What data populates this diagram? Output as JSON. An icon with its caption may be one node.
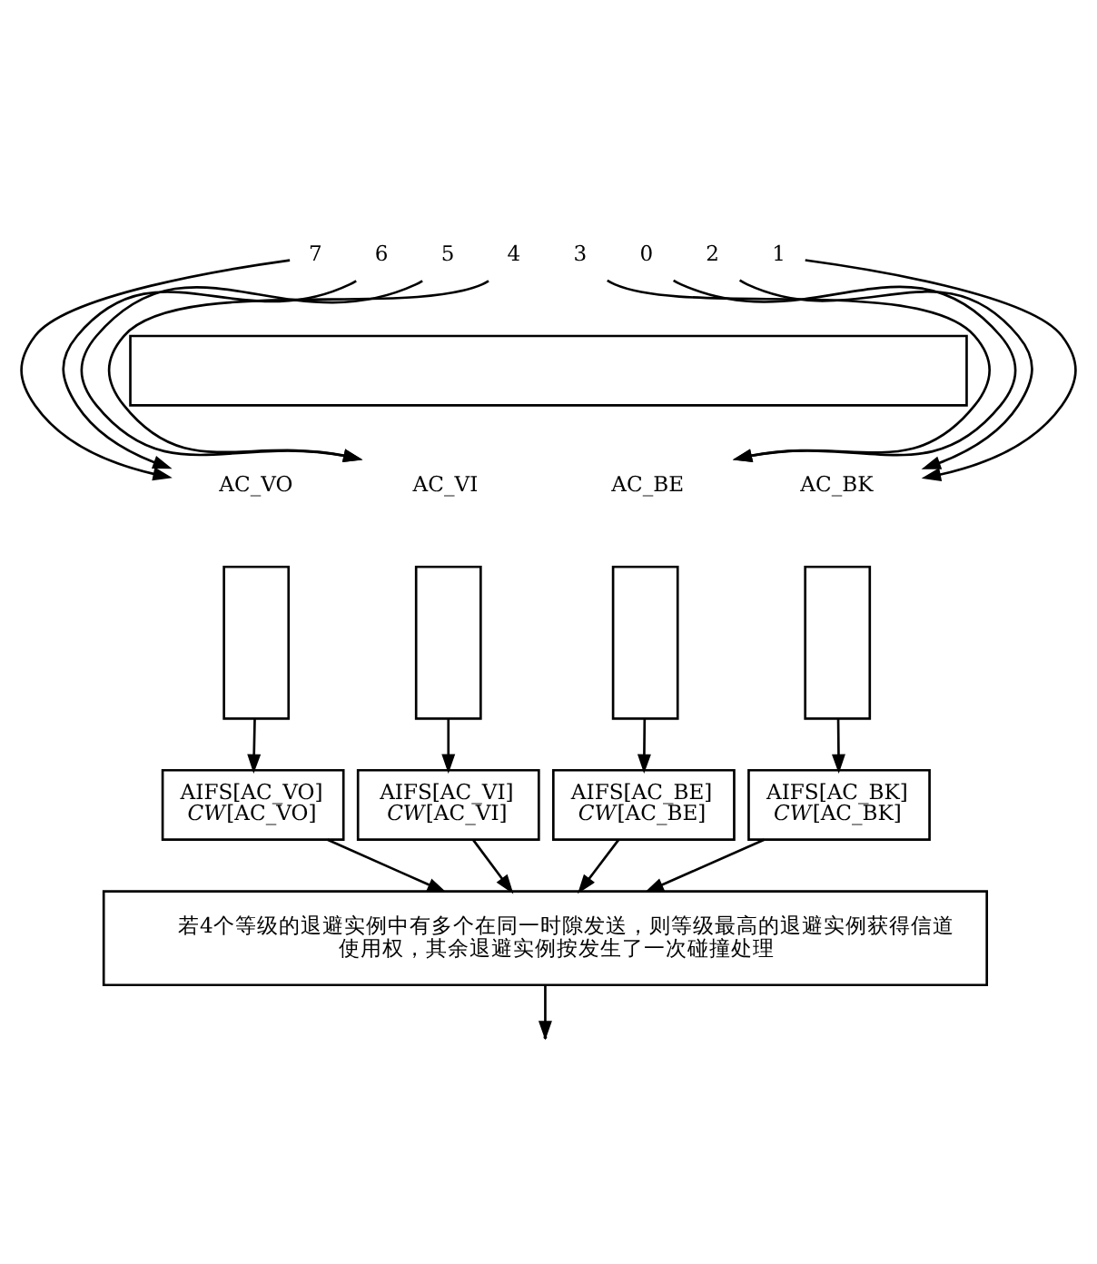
{
  "diagram": {
    "nodes": [
      {
        "text": [
          "7"
        ]
      },
      {
        "text": [
          "6"
        ]
      },
      {
        "text": [
          "5"
        ]
      },
      {
        "text": [
          "4"
        ]
      },
      {
        "text": [
          "3"
        ]
      },
      {
        "text": [
          "0"
        ]
      },
      {
        "text": [
          "2"
        ]
      },
      {
        "text": [
          "1"
        ]
      },
      {
        "text": [],
        "shape": "box"
      },
      {
        "text": [
          "AC_VO"
        ]
      },
      {
        "text": [
          "AC_VI"
        ]
      },
      {
        "text": [
          "AC_BE"
        ]
      },
      {
        "text": [
          "AC_BK"
        ]
      },
      {
        "text": [],
        "shape": "box"
      },
      {
        "text": [],
        "shape": "box"
      },
      {
        "text": [],
        "shape": "box"
      },
      {
        "text": [],
        "shape": "box"
      },
      {
        "text": [
          "AIFS[AC_VO]",
          "*CW*[AC_VO]"
        ]
      },
      {
        "text": [
          "AIFS[AC_VI]",
          "*CW*[AC_VI]"
        ]
      },
      {
        "text": [
          "AIFS[AC_BE]",
          "*CW*[AC_BE]"
        ]
      },
      {
        "text": [
          "AIFS[AC_BK]",
          "*CW*[AC_BK]"
        ]
      },
      {
        "text": [
          "若4个等级的退避实例中有多个在同一时隙发送，则等级最高的退避实例获得信道使用权，其余退避实例按发生了一次碰撞处理"
        ]
      }
    ],
    "edges": [
      {
        "from": 0,
        "to": 9,
        "arrow": "to"
      },
      {
        "from": 1,
        "to": 9,
        "arrow": "to"
      },
      {
        "from": 2,
        "to": 10,
        "arrow": "to"
      },
      {
        "from": 3,
        "to": 10,
        "arrow": "to"
      },
      {
        "from": 4,
        "to": 11,
        "arrow": "to"
      },
      {
        "from": 5,
        "to": 11,
        "arrow": "to"
      },
      {
        "from": 6,
        "to": 12,
        "arrow": "to"
      },
      {
        "from": 7,
        "to": 12,
        "arrow": "to"
      },
      {
        "from": 13,
        "to": 17,
        "arrow": "to"
      },
      {
        "from": 14,
        "to": 18,
        "arrow": "to"
      },
      {
        "from": 15,
        "to": 19,
        "arrow": "to"
      },
      {
        "from": 16,
        "to": 20,
        "arrow": "to"
      },
      {
        "from": 17,
        "to": 21,
        "arrow": "to"
      },
      {
        "from": 18,
        "to": 21,
        "arrow": "to"
      },
      {
        "from": 19,
        "to": 21,
        "arrow": "to"
      },
      {
        "from": 20,
        "to": 21,
        "arrow": "to"
      },
      {
        "from": 21,
        "to": null,
        "arrow": "to"
      }
    ]
  }
}
